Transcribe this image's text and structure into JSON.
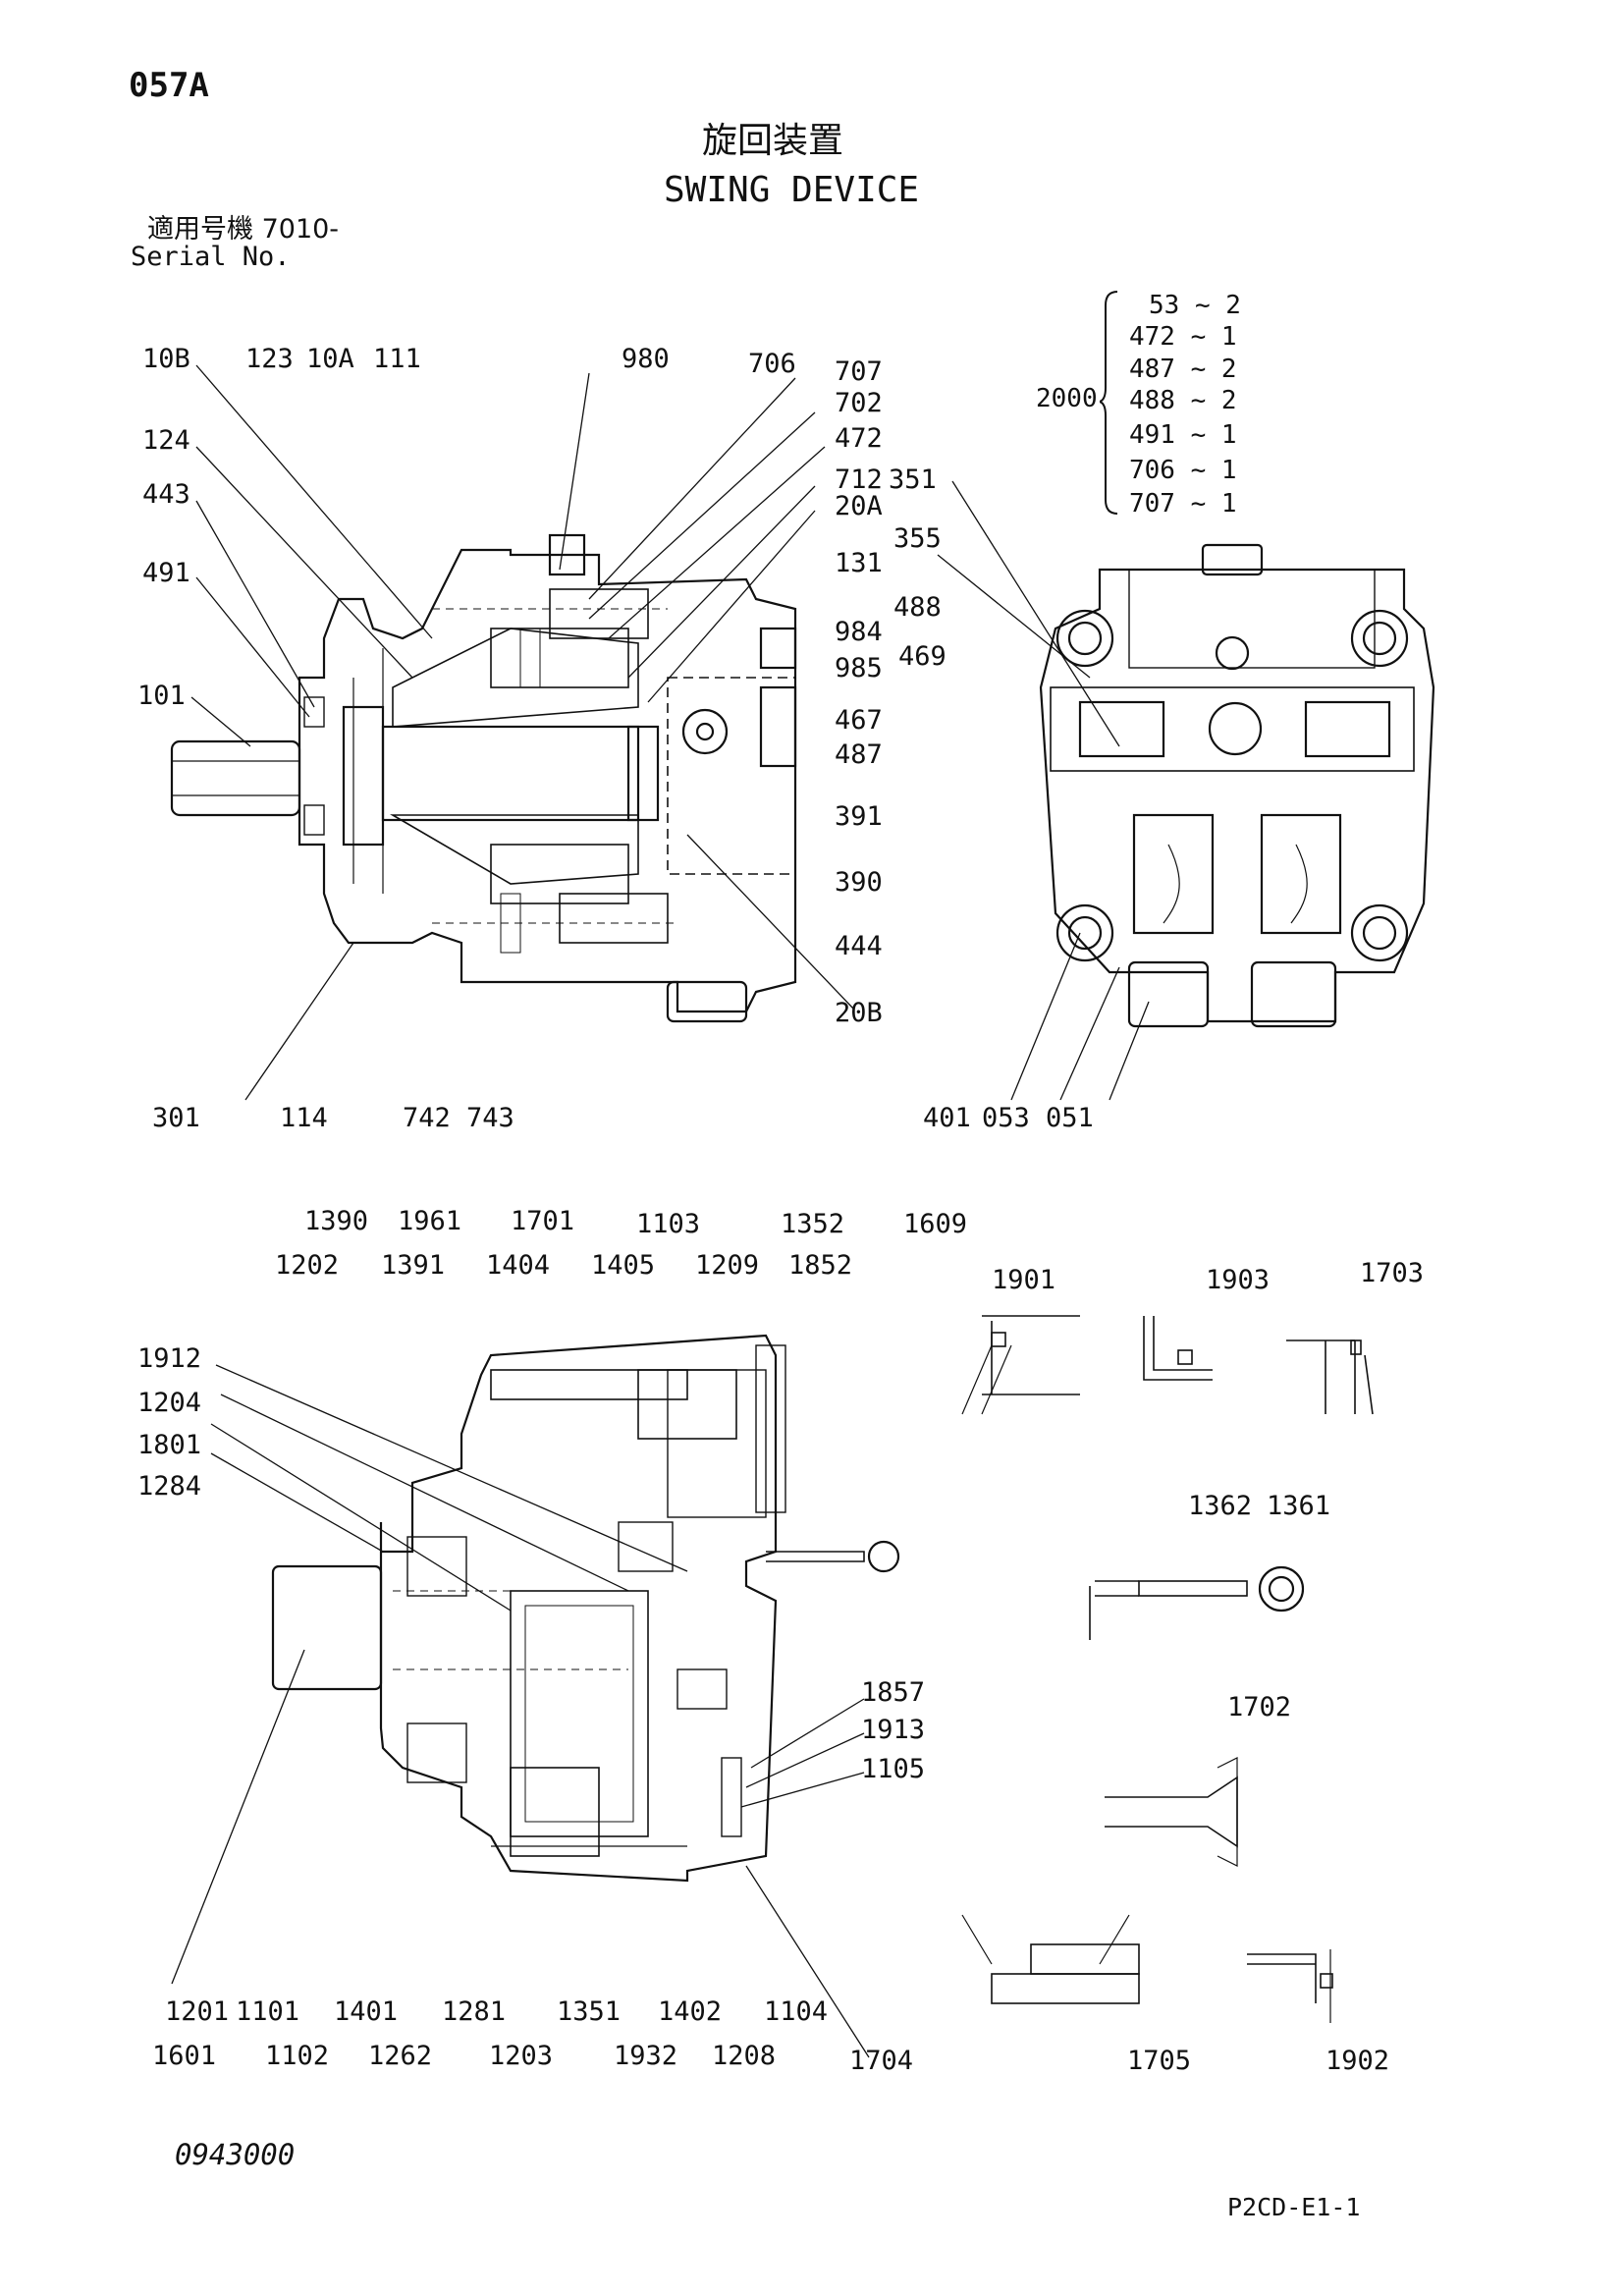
{
  "page_code": "057A",
  "title_jp": "旋回装置",
  "title_en": "SWING DEVICE",
  "serial_label_jp": "適用号機  7010-",
  "serial_label_en": "Serial No.",
  "kit": {
    "number": "2000",
    "items": [
      "53 ~ 2",
      "472 ~ 1",
      "487 ~ 2",
      "488 ~ 2",
      "491 ~ 1",
      "706 ~ 1",
      "707 ~ 1"
    ]
  },
  "callouts": {
    "motor_side": [
      "10B",
      "123",
      "10A",
      "111",
      "980",
      "706",
      "707",
      "702",
      "472",
      "712",
      "20A",
      "131",
      "984",
      "985",
      "467",
      "487",
      "391",
      "390",
      "444",
      "20B",
      "124",
      "443",
      "491",
      "101",
      "301",
      "114",
      "742",
      "743"
    ],
    "motor_end": [
      "351",
      "355",
      "488",
      "469",
      "401",
      "053",
      "051"
    ],
    "reduction_gear": [
      "1390",
      "1961",
      "1701",
      "1103",
      "1352",
      "1609",
      "1202",
      "1391",
      "1404",
      "1405",
      "1209",
      "1852",
      "1912",
      "1204",
      "1801",
      "1284",
      "1857",
      "1913",
      "1105",
      "1201",
      "1601",
      "1101",
      "1102",
      "1401",
      "1262",
      "1281",
      "1203",
      "1351",
      "1932",
      "1402",
      "1208",
      "1104",
      "1704"
    ],
    "details": [
      "1901",
      "1903",
      "1703",
      "1362",
      "1361",
      "1702",
      "1705",
      "1902"
    ]
  },
  "doc_number": "0943000",
  "sheet_code": "P2CD-E1-1"
}
